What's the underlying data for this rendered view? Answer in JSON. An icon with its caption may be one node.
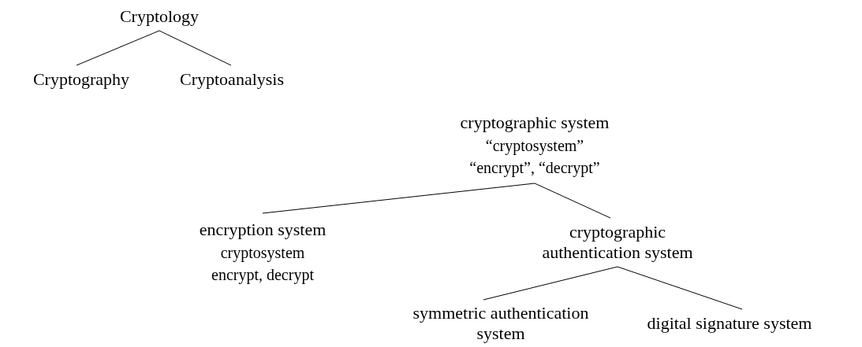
{
  "diagram": {
    "nodes": [
      {
        "text": [
          "Cryptology"
        ]
      },
      {
        "text": [
          "Cryptography"
        ]
      },
      {
        "text": [
          "Cryptoanalysis"
        ]
      },
      {
        "text": [
          "cryptographic system",
          "“cryptosystem”",
          "“encrypt”, “decrypt”"
        ]
      },
      {
        "text": [
          "encryption system",
          "cryptosystem",
          "encrypt, decrypt"
        ]
      },
      {
        "text": [
          "cryptographic authentication system"
        ]
      },
      {
        "text": [
          "symmetric authentication system"
        ]
      },
      {
        "text": [
          "digital signature system"
        ]
      }
    ],
    "edges": [
      {
        "from": 0,
        "to": 1,
        "arrow": "none"
      },
      {
        "from": 0,
        "to": 2,
        "arrow": "none"
      },
      {
        "from": 3,
        "to": 4,
        "arrow": "none"
      },
      {
        "from": 3,
        "to": 5,
        "arrow": "none"
      },
      {
        "from": 5,
        "to": 6,
        "arrow": "none"
      },
      {
        "from": 5,
        "to": 7,
        "arrow": "none"
      }
    ]
  }
}
